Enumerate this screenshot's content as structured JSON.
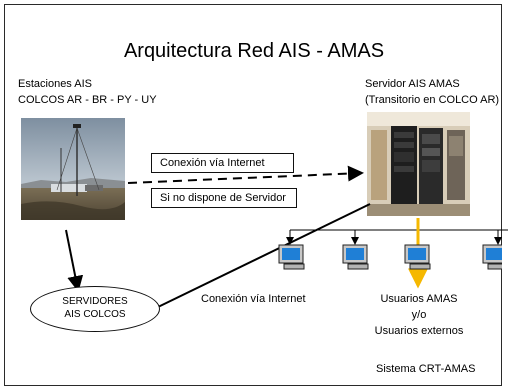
{
  "title": "Arquitectura Red AIS - AMAS",
  "stations": {
    "line1": "Estaciones AIS",
    "line2": "COLCOS AR -  BR -  PY - UY"
  },
  "server": {
    "line1": "Servidor  AIS AMAS",
    "line2": "(Transitorio en COLCO AR)"
  },
  "conn_internet_box": "Conexión vía Internet",
  "no_server_box": "Si no dispone de Servidor",
  "servidores": {
    "line1": "SERVIDORES",
    "line2": "AIS COLCOS"
  },
  "conn_internet_label": "Conexión vía Internet",
  "usuarios": {
    "line1": "Usuarios AMAS",
    "line2": "y/o",
    "line3": "Usuarios externos"
  },
  "sistema": "Sistema CRT-AMAS",
  "colors": {
    "arrow_highlight": "#f5b800",
    "line": "#000000"
  },
  "icons": [
    "antenna-station-photo",
    "server-rack-photo",
    "computer-icon"
  ]
}
